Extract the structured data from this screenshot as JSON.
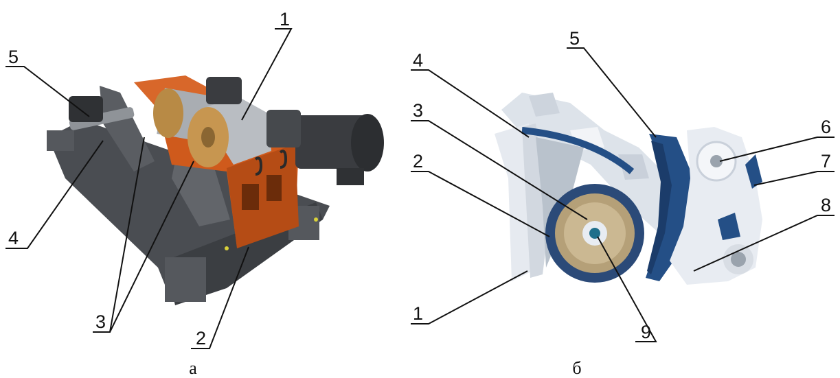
{
  "figure_a": {
    "caption": "а",
    "callouts": [
      "1",
      "2",
      "3",
      "4",
      "5"
    ]
  },
  "figure_b": {
    "caption": "б",
    "callouts": [
      "1",
      "2",
      "3",
      "4",
      "5",
      "6",
      "7",
      "8",
      "9"
    ]
  },
  "colors": {
    "frame_gray": "#4a4d52",
    "housing_orange": "#cf5a1c",
    "roller_steel": "#b9bdc2",
    "motor_dark": "#3a3c40",
    "crusher_blue": "#244f86",
    "body_white": "#e8ecf2",
    "disc_gold": "#b5a078",
    "ore_white": "#dde3ea"
  }
}
